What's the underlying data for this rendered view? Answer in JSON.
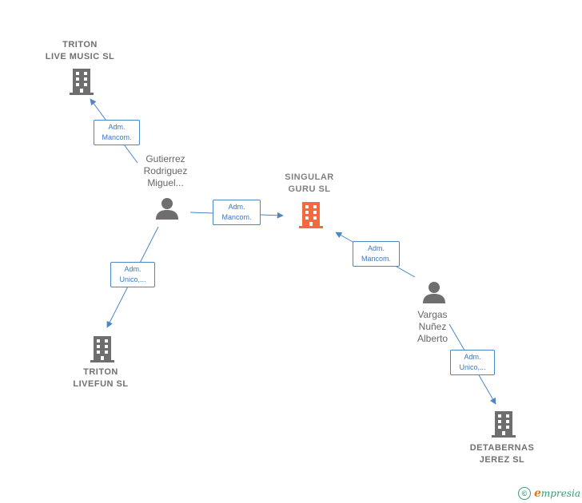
{
  "companies": {
    "triton_live_music": {
      "label": "TRITON\nLIVE MUSIC  SL"
    },
    "singular_guru": {
      "label": "SINGULAR\nGURU  SL"
    },
    "triton_livefun": {
      "label": "TRITON\nLIVEFUN  SL"
    },
    "detabernas_jerez": {
      "label": "DETABERNAS\nJEREZ SL"
    }
  },
  "persons": {
    "gutierrez": {
      "label": "Gutierrez\nRodriguez\nMiguel..."
    },
    "vargas": {
      "label": "Vargas\nNuñez\nAlberto"
    }
  },
  "edges": {
    "gutierrez_to_triton_live_music": {
      "label": "Adm.\nMancom."
    },
    "gutierrez_to_singular": {
      "label": "Adm.\nMancom."
    },
    "gutierrez_to_livefun": {
      "label": "Adm.\nUnico,..."
    },
    "vargas_to_singular": {
      "label": "Adm.\nMancom."
    },
    "vargas_to_detabernas": {
      "label": "Adm.\nUnico,..."
    }
  },
  "colors": {
    "company_icon": "#6e6e6e",
    "main_company_icon": "#f26a3d",
    "person_icon": "#6e6e6e",
    "edge": "#4a86c8",
    "brand": "#3a9a78",
    "brand_accent": "#e07a1f"
  },
  "brand": {
    "copyright": "©",
    "name_initial": "e",
    "name_rest": "mpresia"
  }
}
